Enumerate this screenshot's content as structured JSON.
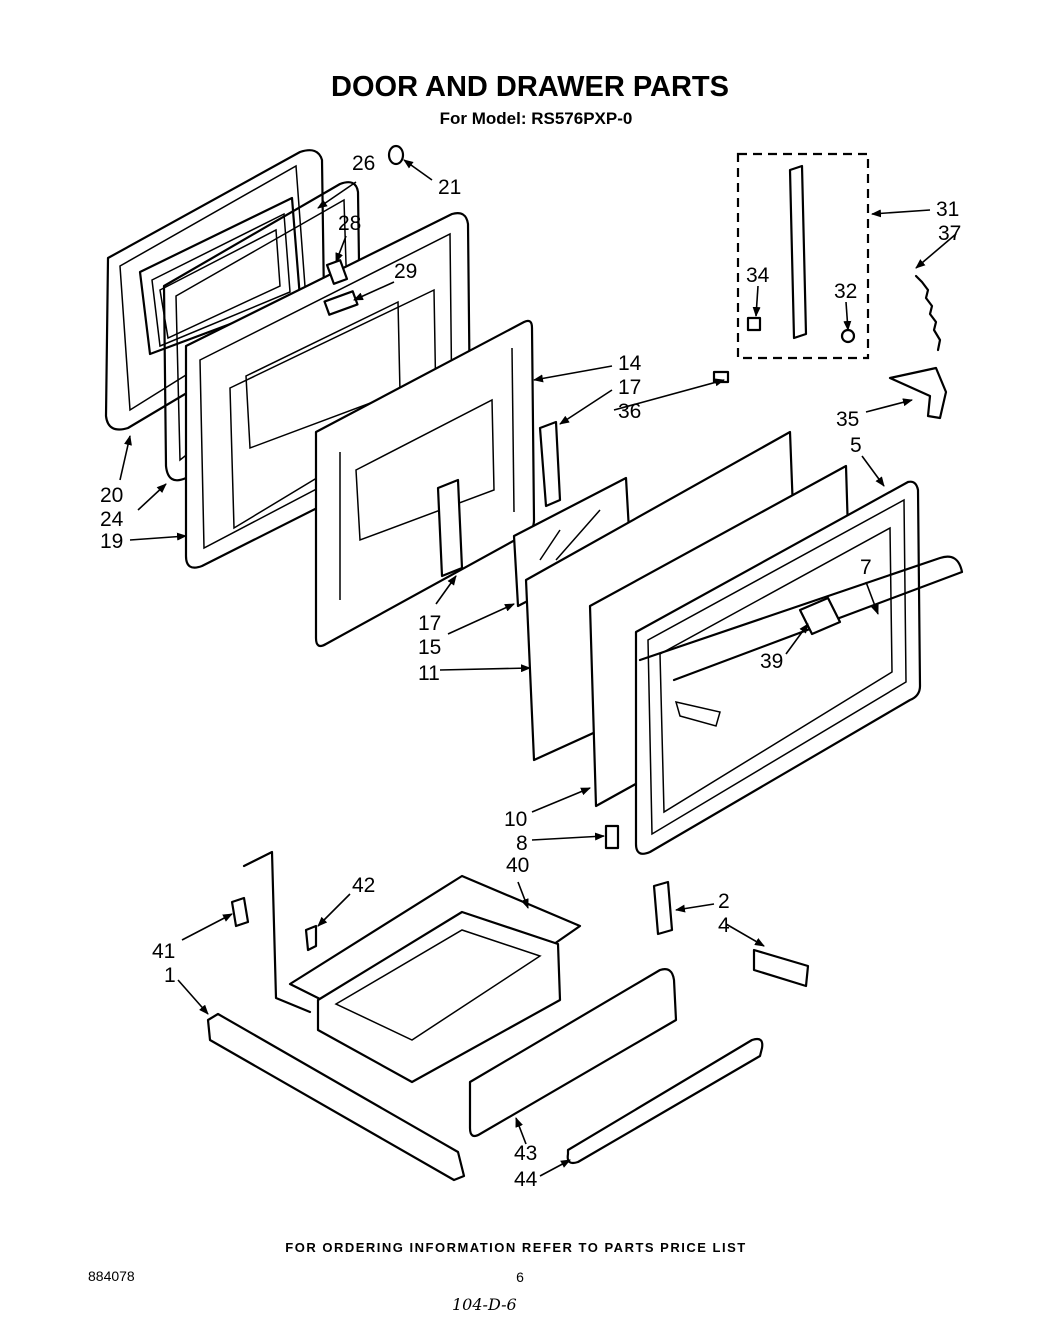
{
  "header": {
    "title": "DOOR AND DRAWER PARTS",
    "subtitle": "For Model: RS576PXP-0"
  },
  "labels": {
    "p1": "1",
    "p2": "2",
    "p4": "4",
    "p5": "5",
    "p7": "7",
    "p8": "8",
    "p10": "10",
    "p11": "11",
    "p14": "14",
    "p15": "15",
    "p17a": "17",
    "p17b": "17",
    "p19": "19",
    "p20": "20",
    "p21": "21",
    "p24": "24",
    "p26": "26",
    "p28": "28",
    "p29": "29",
    "p31": "31",
    "p32": "32",
    "p34": "34",
    "p35": "35",
    "p36": "36",
    "p37": "37",
    "p39": "39",
    "p40": "40",
    "p41": "41",
    "p42": "42",
    "p43": "43",
    "p44": "44"
  },
  "footer": {
    "ordering_note": "FOR ORDERING INFORMATION REFER TO PARTS PRICE LIST",
    "doc_number": "884078",
    "page_number": "6",
    "handwritten_note": "104-D-6"
  }
}
